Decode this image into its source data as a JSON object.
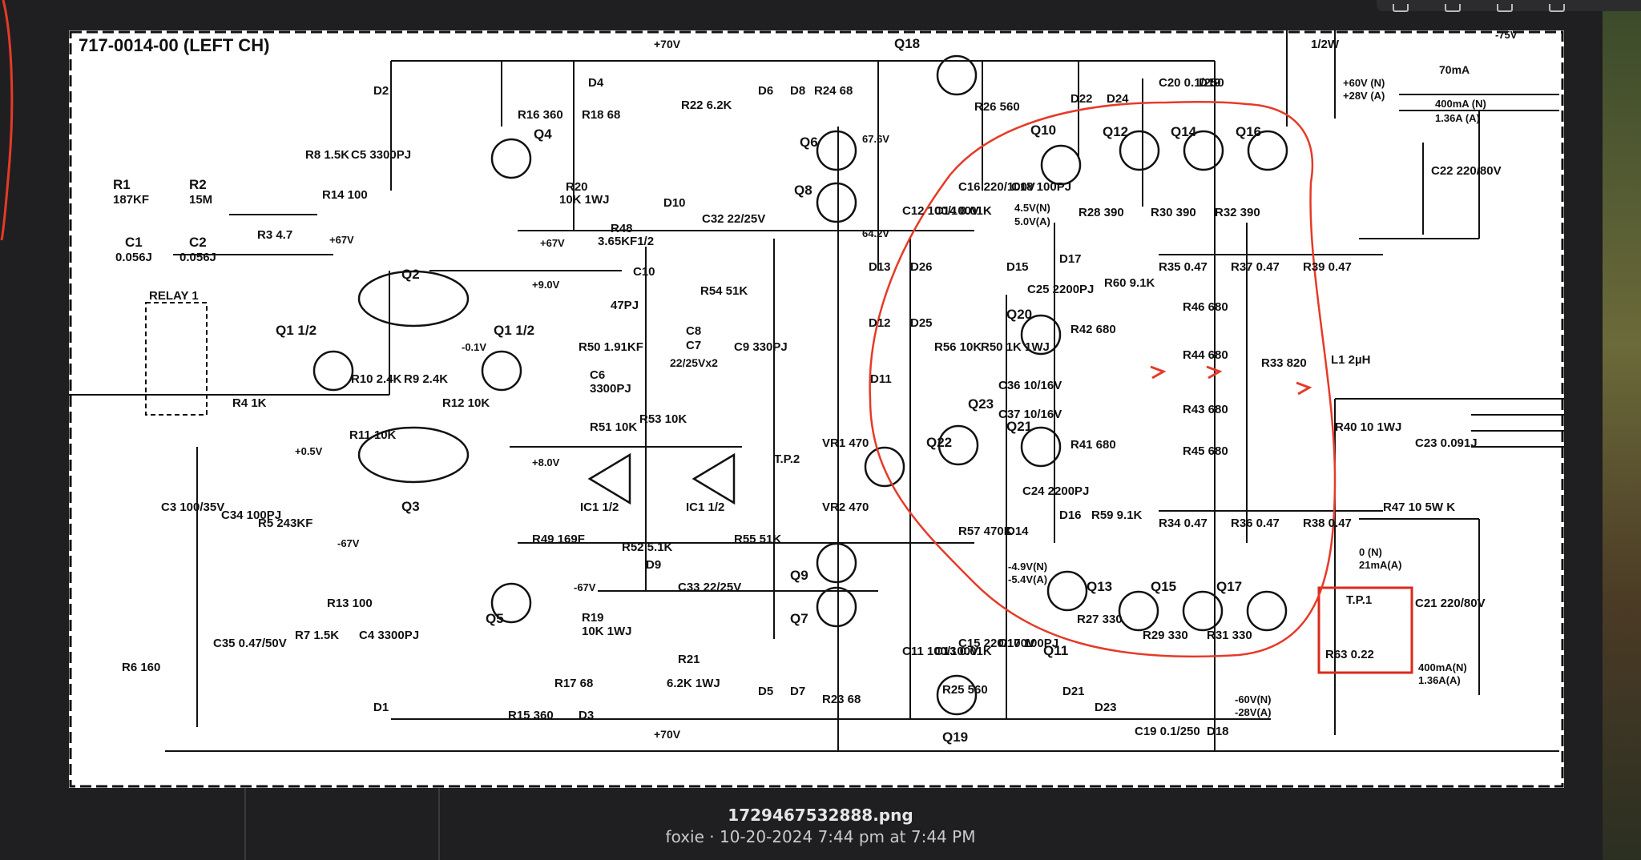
{
  "image": {
    "file_name": "1729467532888.png",
    "author": "foxie",
    "date": "10-20-2024 7:44 pm",
    "time_separator": "at",
    "time": "7:44 PM"
  },
  "schematic": {
    "title": "717-0014-00 (LEFT CH)",
    "labels": {
      "v70": "+70V",
      "v70b": "+70V",
      "q18": "Q18",
      "c1_": "1/2W",
      "v75": "-75V",
      "ma70": "70mA",
      "n60": "+60V (N)",
      "n28": "+28V (A)",
      "ma400": "400mA (N)",
      "a136": "1.36A (A)",
      "r1": "R1",
      "r1v": "187KF",
      "r2": "R2",
      "r2v": "15M",
      "c1": "C1",
      "c1v": "0.056J",
      "c2": "C2",
      "c2v": "0.056J",
      "r3": "R3 4.7",
      "relay": "RELAY 1",
      "r8": "R8 1.5K",
      "r14": "R14 100",
      "c5": "C5 3300PJ",
      "d2": "D2",
      "q2": "Q2",
      "q3": "Q3",
      "q1a": "Q1 1/2",
      "q1b": "Q1 1/2",
      "r10": "R10 2.4K",
      "r9": "R9 2.4K",
      "r12": "R12 10K",
      "r11": "R11 10K",
      "r4": "R4 1K",
      "v67a": "+67V",
      "v67b": "+67V",
      "v67c": "-67V",
      "v67d": "-67V",
      "v90": "+9.0V",
      "v80": "+8.0V",
      "v05": "+0.5V",
      "vm01": "-0.1V",
      "r16": "R16 360",
      "q4": "Q4",
      "r18": "R18 68",
      "d4": "D4",
      "r20": "R20",
      "r20v": "10K 1WJ",
      "r22": "R22 6.2K",
      "d6": "D6",
      "d8": "D8",
      "r24": "R24 68",
      "q6": "Q6",
      "q8": "Q8",
      "d10": "D10",
      "c32": "C32 22/25V",
      "r48": "R48",
      "r48v": "3.65KF1/2",
      "c10": "C10",
      "c10v": "47PJ",
      "r54": "R54 51K",
      "r50": "R50 1.91KF",
      "c6": "C6",
      "c6v": "3300PJ",
      "r51": "R51 10K",
      "r53": "R53 10K",
      "c8": "C8",
      "c7": "C7",
      "c78v": "22/25Vx2",
      "c9": "C9 330PJ",
      "ic1a": "IC1 1/2",
      "ic1b": "IC1 1/2",
      "r52": "R52 5.1K",
      "r55": "R55 51K",
      "r49": "R49 169F",
      "v64": "64.2V",
      "v676": "67.6V",
      "c12": "C12 100/100V",
      "c14": "C14 0.01K",
      "r26": "R26 560",
      "c16": "C16 220/100V",
      "c18": "C18 100PJ",
      "d13": "D13",
      "d26": "D26",
      "d12": "D12",
      "d25": "D25",
      "d11": "D11",
      "r56": "R56 10K",
      "r50b": "R50 1K 1WJ",
      "q10": "Q10",
      "v45": "4.5V(N)",
      "v50": "5.0V(A)",
      "q12": "Q12",
      "q14": "Q14",
      "q16": "Q16",
      "d22": "D22",
      "d24": "D24",
      "c20": "C20 0.1/250",
      "d19": "D19",
      "r28": "R28 390",
      "r30": "R30 390",
      "r32": "R32 390",
      "c22": "C22 220/80V",
      "d15": "D15",
      "c25": "C25 2200PJ",
      "d17": "D17",
      "r60": "R60 9.1K",
      "q20": "Q20",
      "r42": "R42 680",
      "r35": "R35 0.47",
      "r46": "R46 680",
      "r37": "R37 0.47",
      "r39": "R39 0.47",
      "r44": "R44 680",
      "r33": "R33 820",
      "c36": "C36 10/16V",
      "c37": "C37 10/16V",
      "r43": "R43 680",
      "r45": "R45 680",
      "l1": "L1 2µH",
      "r40": "R40 10 1WJ",
      "c23": "C23 0.091J",
      "r47": "R47 10 5W K",
      "q21": "Q21",
      "r41": "R41 680",
      "c24": "C24 2200PJ",
      "d16": "D16",
      "r59": "R59 9.1K",
      "tp2": "T.P.2",
      "vr1": "VR1 470",
      "vr2": "VR2 470",
      "q22": "Q22",
      "q23": "Q23",
      "r57": "R57 470K",
      "d14": "D14",
      "r34": "R34 0.47",
      "r36": "R36 0.47",
      "r38": "R38 0.47",
      "ma21": "0 (N)",
      "ma21b": "21mA(A)",
      "v49": "-4.9V(N)",
      "v54": "-5.4V(A)",
      "q9": "Q9",
      "q7": "Q7",
      "q11": "Q11",
      "q13": "Q13",
      "q15": "Q15",
      "q17": "Q17",
      "r27": "R27 330",
      "r29": "R29 330",
      "r31": "R31 330",
      "c11": "C11 100/100V",
      "c13": "C13 0.01K",
      "c15": "C15 220/100V",
      "c17": "C17 100PJ",
      "r25": "R25 560",
      "q19": "Q19",
      "c33": "C33 22/25V",
      "d9": "D9",
      "q5": "Q5",
      "r19": "R19",
      "r19v": "10K 1WJ",
      "r21": "R21",
      "r21v": "6.2K 1WJ",
      "d5": "D5",
      "d7": "D7",
      "r23": "R23 68",
      "r13": "R13 100",
      "r7": "R7 1.5K",
      "c4": "C4 3300PJ",
      "d1": "D1",
      "r15": "R15 360",
      "r17": "R17 68",
      "d3": "D3",
      "r6": "R6 160",
      "c34": "C34 100PJ",
      "r5": "R5 243KF",
      "c3": "C3 100/35V",
      "c35": "C35 0.47/50V",
      "tp1": "T.P.1",
      "r63": "R63 0.22",
      "c21": "C21 220/80V",
      "d21": "D21",
      "d23": "D23",
      "c19": "C19 0.1/250",
      "d18": "D18",
      "n60b": "-60V(N)",
      "n28b": "-28V(A)",
      "ma400b": "400mA(N)",
      "a136b": "1.36A(A)"
    }
  }
}
